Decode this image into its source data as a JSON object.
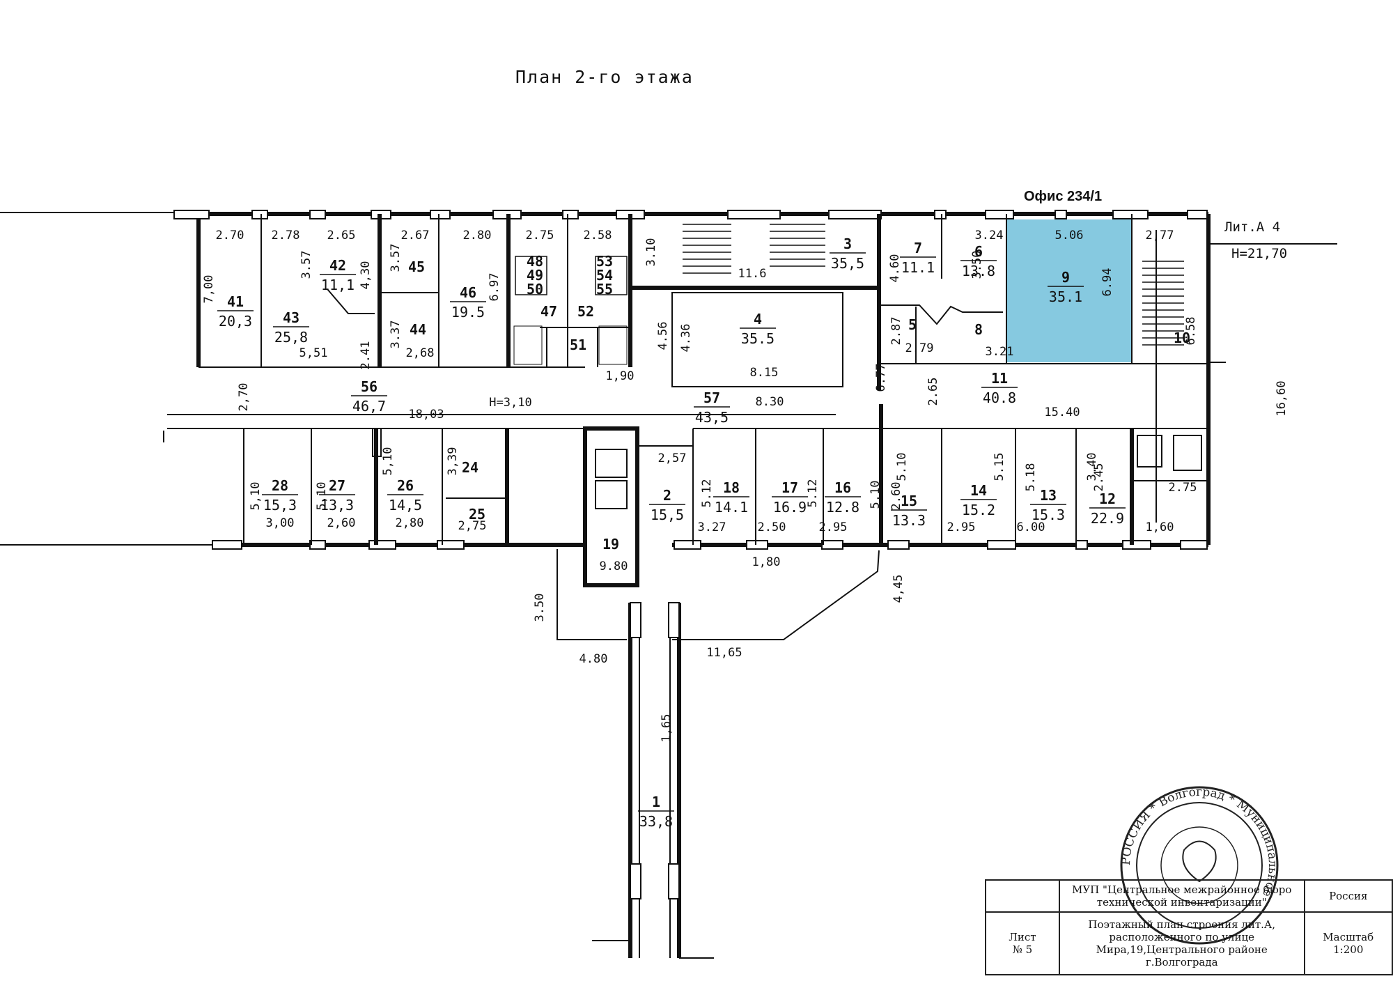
{
  "title": "План 2-го этажа",
  "office_label": "Офис 234/1",
  "lit_label": "Лит.А 4",
  "height_label": "H=21,70",
  "highlight_color": "#86c9e0",
  "rooms": [
    {
      "num": "41",
      "area": "20,3"
    },
    {
      "num": "43",
      "area": "25,8"
    },
    {
      "num": "42",
      "area": "11,1"
    },
    {
      "num": "45",
      "area": ""
    },
    {
      "num": "44",
      "area": ""
    },
    {
      "num": "46",
      "area": "19.5"
    },
    {
      "num": "47",
      "area": ""
    },
    {
      "num": "52",
      "area": ""
    },
    {
      "num": "51",
      "area": ""
    },
    {
      "num": "48",
      "area": ""
    },
    {
      "num": "49",
      "area": ""
    },
    {
      "num": "50",
      "area": ""
    },
    {
      "num": "53",
      "area": ""
    },
    {
      "num": "54",
      "area": ""
    },
    {
      "num": "55",
      "area": ""
    },
    {
      "num": "3",
      "area": "35,5"
    },
    {
      "num": "4",
      "area": "35.5"
    },
    {
      "num": "7",
      "area": "11.1"
    },
    {
      "num": "6",
      "area": "13.8"
    },
    {
      "num": "5",
      "area": ""
    },
    {
      "num": "8",
      "area": ""
    },
    {
      "num": "9",
      "area": "35.1"
    },
    {
      "num": "10",
      "area": ""
    },
    {
      "num": "11",
      "area": "40.8"
    },
    {
      "num": "56",
      "area": "46,7"
    },
    {
      "num": "57",
      "area": "43,5"
    },
    {
      "num": "28",
      "area": "15,3"
    },
    {
      "num": "27",
      "area": "13,3"
    },
    {
      "num": "26",
      "area": "14,5"
    },
    {
      "num": "24",
      "area": ""
    },
    {
      "num": "25",
      "area": ""
    },
    {
      "num": "2",
      "area": "15,5"
    },
    {
      "num": "19",
      "area": ""
    },
    {
      "num": "18",
      "area": "14.1"
    },
    {
      "num": "17",
      "area": "16.9"
    },
    {
      "num": "16",
      "area": "12.8"
    },
    {
      "num": "15",
      "area": "13.3"
    },
    {
      "num": "14",
      "area": "15.2"
    },
    {
      "num": "13",
      "area": "15.3"
    },
    {
      "num": "12",
      "area": "22.9"
    },
    {
      "num": "1",
      "area": "33,8"
    }
  ],
  "dimensions": [
    "2.70",
    "2.78",
    "2.65",
    "2.67",
    "2.80",
    "2.75",
    "2.58",
    "3.10",
    "3.24",
    "5.06",
    "2,77",
    "7,00",
    "3.57",
    "4,30",
    "3.57",
    "6.97",
    "3.37",
    "2.41",
    "5,51",
    "2,68",
    "11.6",
    "4.56",
    "4.36",
    "8.15",
    "4.60",
    "3.50",
    "6.94",
    "2.87",
    "2.79",
    "3.21",
    "6.58",
    "6.77",
    "2.65",
    "2,70",
    "18,03",
    "8.30",
    "1,90",
    "15.40",
    "16,60",
    "H=3,10",
    "5,10",
    "5,10",
    "5,10",
    "3,39",
    "3,00",
    "2,60",
    "2,80",
    "2,75",
    "2,57",
    "5.12",
    "5.12",
    "5.10",
    "2.60",
    "5.10",
    "5.15",
    "5.18",
    "2.45",
    "3.40",
    "2.75",
    "3.27",
    "2.50",
    "2.95",
    "2.95",
    "6.00",
    "1,60",
    "9.80",
    "1,80",
    "4,45",
    "3.50",
    "4.80",
    "11,65",
    "1,65"
  ],
  "stamp": {
    "org": "МУП \"Центральное межрайонное бюро технической инвентаризации\"",
    "country": "Россия",
    "sheet_label": "Лист",
    "sheet_num": "№ 5",
    "desc": "Поэтажный план строения лит.А, расположенного по улице Мира,19,Центрального районе г.Волгограда",
    "scale_label": "Масштаб",
    "scale_value": "1:200"
  },
  "seal_text": "РОССИЯ * Волгоград * Муниципальное"
}
